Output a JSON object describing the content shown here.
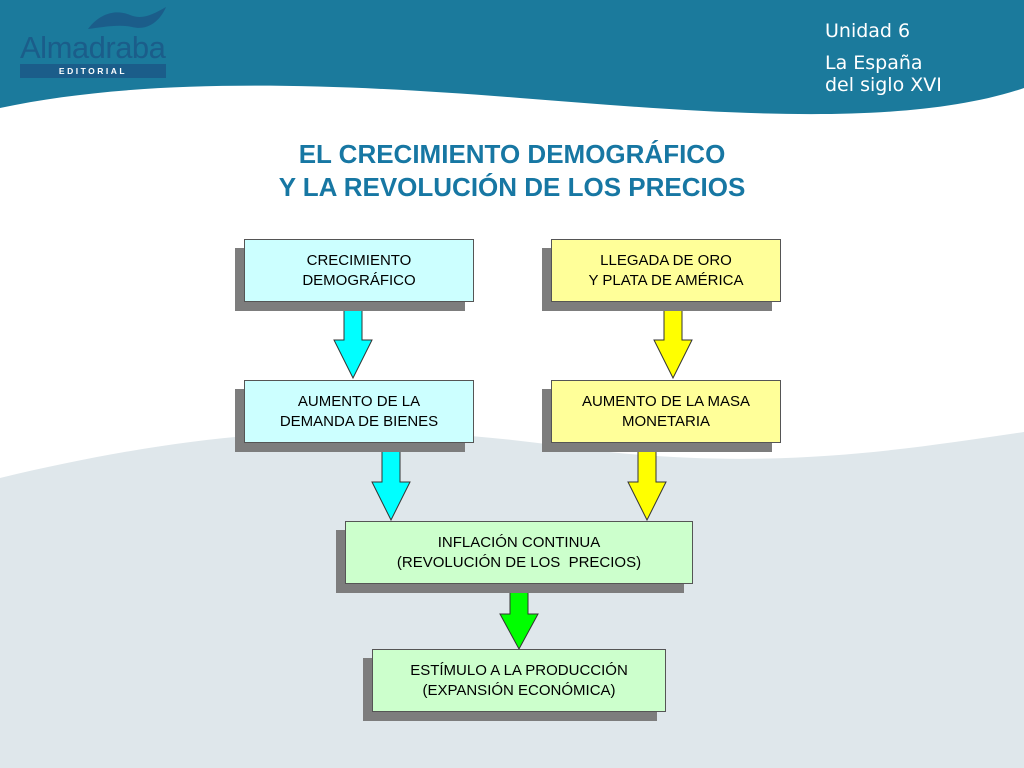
{
  "header": {
    "logo": {
      "name": "Almadraba",
      "subtitle": "EDITORIAL"
    },
    "unit": {
      "number": "Unidad 6",
      "line1": "La España",
      "line2": "del siglo XVI"
    }
  },
  "title": {
    "line1": "EL CRECIMIENTO DEMOGRÁFICO",
    "line2": "Y LA REVOLUCIÓN DE LOS PRECIOS"
  },
  "diagram": {
    "nodes": {
      "growth": {
        "line1": "CRECIMIENTO",
        "line2": "DEMOGRÁFICO"
      },
      "gold": {
        "line1": "LLEGADA DE ORO",
        "line2": "Y PLATA DE AMÉRICA"
      },
      "demand": {
        "line1": "AUMENTO DE LA",
        "line2": "DEMANDA DE BIENES"
      },
      "money": {
        "line1": "AUMENTO DE LA MASA",
        "line2": "MONETARIA"
      },
      "inflation": {
        "line1": "INFLACIÓN CONTINUA",
        "line2": "(REVOLUCIÓN DE LOS  PRECIOS)"
      },
      "stimulus": {
        "line1": "ESTÍMULO A LA PRODUCCIÓN",
        "line2": "(EXPANSIÓN ECONÓMICA)"
      }
    },
    "edges": [
      {
        "from": "growth",
        "to": "demand"
      },
      {
        "from": "gold",
        "to": "money"
      },
      {
        "from": "demand",
        "to": "inflation"
      },
      {
        "from": "money",
        "to": "inflation"
      },
      {
        "from": "inflation",
        "to": "stimulus"
      }
    ],
    "colors": {
      "cyan_box": "#ccffff",
      "yellow_box": "#ffff99",
      "green_box": "#ccffcc",
      "cyan_arrow": "#00ffff",
      "yellow_arrow": "#ffff00",
      "green_arrow": "#00ff00",
      "header": "#1b7a9c",
      "title": "#1777a3"
    }
  }
}
